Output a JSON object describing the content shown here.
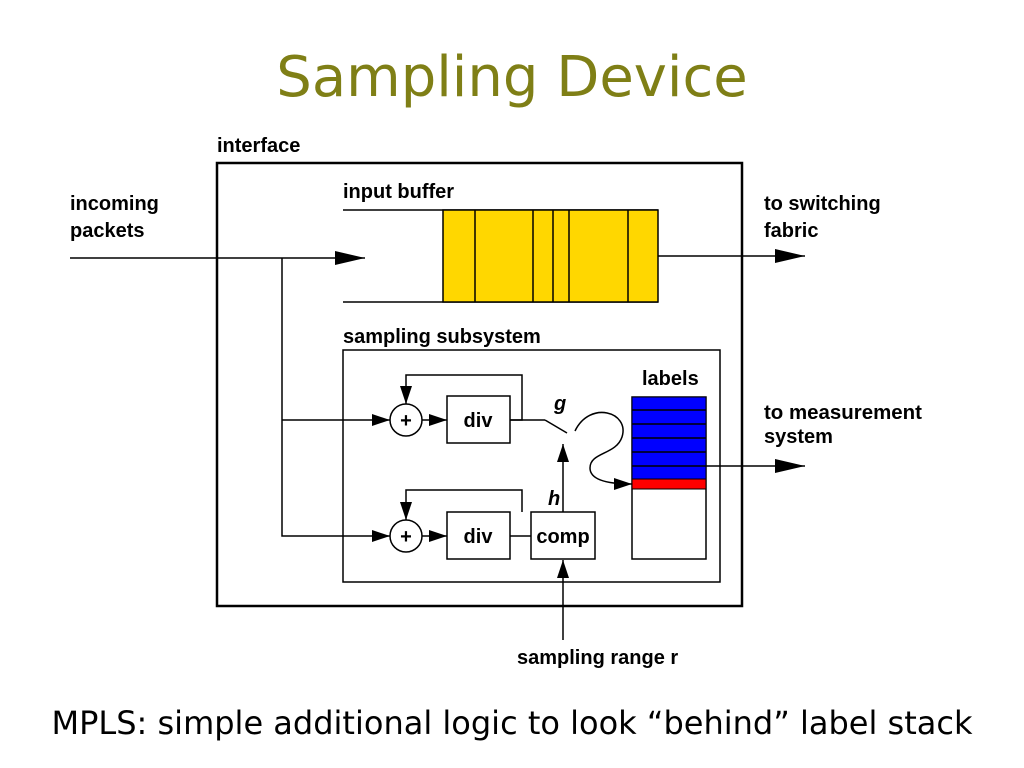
{
  "slide": {
    "title": "Sampling Device",
    "caption": "MPLS: simple additional logic to look “behind” label stack"
  },
  "diagram": {
    "interface_label": "interface",
    "input_buffer_label": "input buffer",
    "incoming_line1": "incoming",
    "incoming_line2": "packets",
    "switching_line1": "to switching",
    "switching_line2": "fabric",
    "subsystem_label": "sampling subsystem",
    "labels_label": "labels",
    "measurement_line1": "to measurement",
    "measurement_line2": "system",
    "adder_symbol": "+",
    "div_label": "div",
    "comp_label": "comp",
    "g_label": "g",
    "h_label": "h",
    "sampling_range_label": "sampling range r"
  },
  "colors": {
    "title": "#7f7f16",
    "buffer": "#ffd700",
    "label_stack": "#0000ff",
    "label_marker": "#ff0000"
  }
}
